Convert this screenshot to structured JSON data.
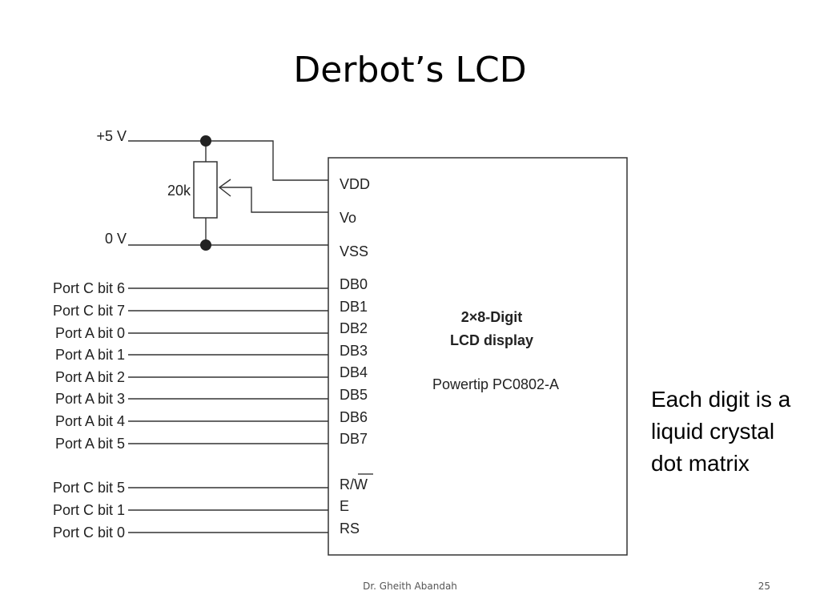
{
  "slide": {
    "title": "Derbot’s LCD",
    "note": "Each digit is a liquid crystal dot matrix",
    "footer_author": "Dr. Gheith Abandah",
    "page_number": "25"
  },
  "schematic": {
    "supply_label": "+5 V",
    "ground_label": "0 V",
    "pot_label": "20k",
    "lcd": {
      "title_line1": "2×8-Digit",
      "title_line2": "LCD display",
      "part_number": "Powertip PC0802-A"
    },
    "power_pins": [
      "VDD",
      "Vo",
      "VSS"
    ],
    "data_pins": [
      "DB0",
      "DB1",
      "DB2",
      "DB3",
      "DB4",
      "DB5",
      "DB6",
      "DB7"
    ],
    "control_pins": [
      "R/W",
      "E",
      "RS"
    ],
    "data_connections": [
      "Port C bit 6",
      "Port C bit 7",
      "Port A bit 0",
      "Port A bit 1",
      "Port A bit 2",
      "Port A bit 3",
      "Port A bit 4",
      "Port A bit 5"
    ],
    "control_connections": [
      "Port C bit 5",
      "Port C bit 1",
      "Port C bit 0"
    ]
  }
}
